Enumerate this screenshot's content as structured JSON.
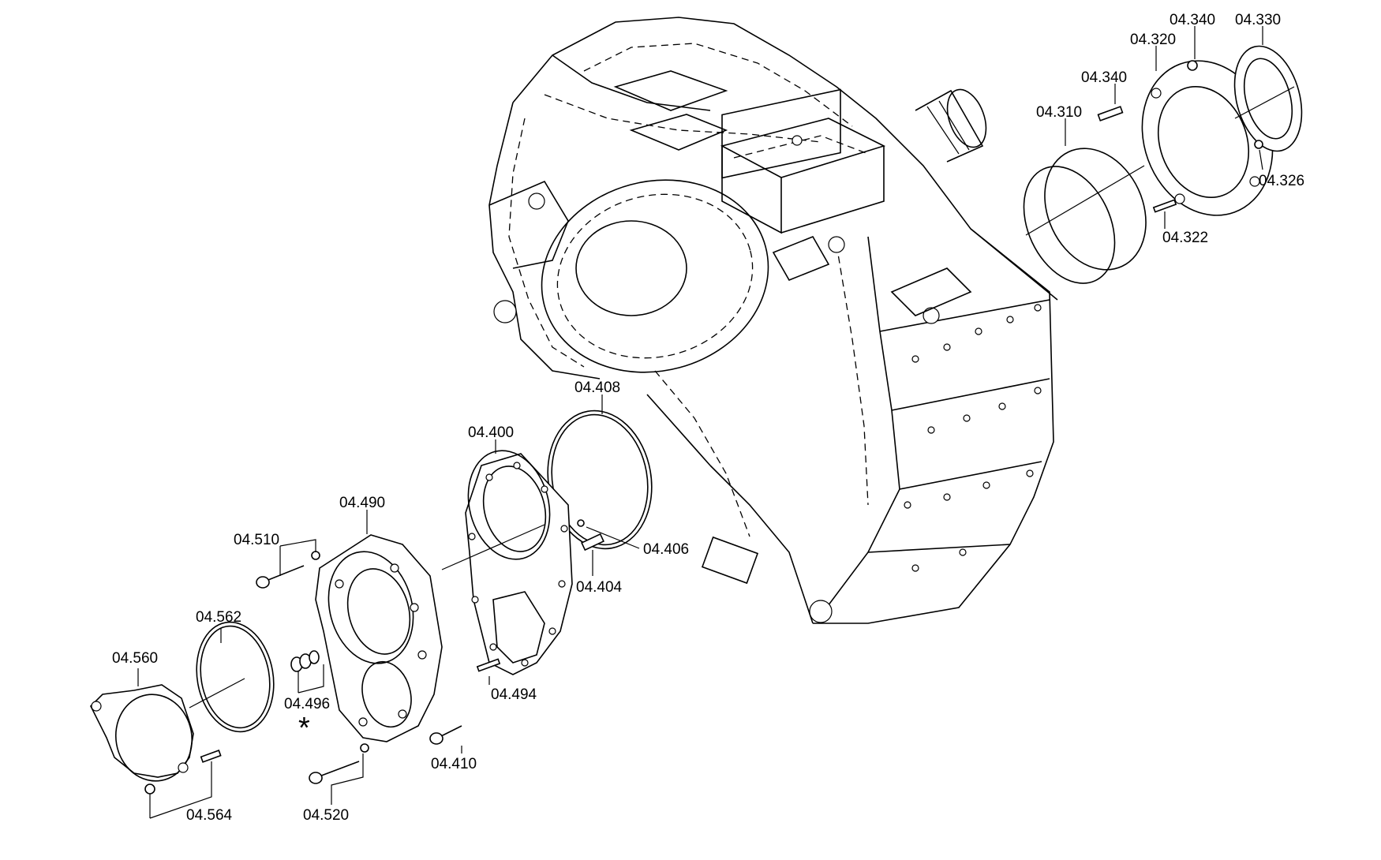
{
  "labels": {
    "p04340a": "04.340",
    "p04330": "04.330",
    "p04320": "04.320",
    "p04340b": "04.340",
    "p04310": "04.310",
    "p04326": "04.326",
    "p04322": "04.322",
    "p04408": "04.408",
    "p04400": "04.400",
    "p04490": "04.490",
    "p04510": "04.510",
    "p04406": "04.406",
    "p04404": "04.404",
    "p04562": "04.562",
    "p04560": "04.560",
    "p04494": "04.494",
    "p04496": "04.496",
    "p04410": "04.410",
    "p04520": "04.520",
    "p04564": "04.564",
    "asterisk": "*"
  }
}
